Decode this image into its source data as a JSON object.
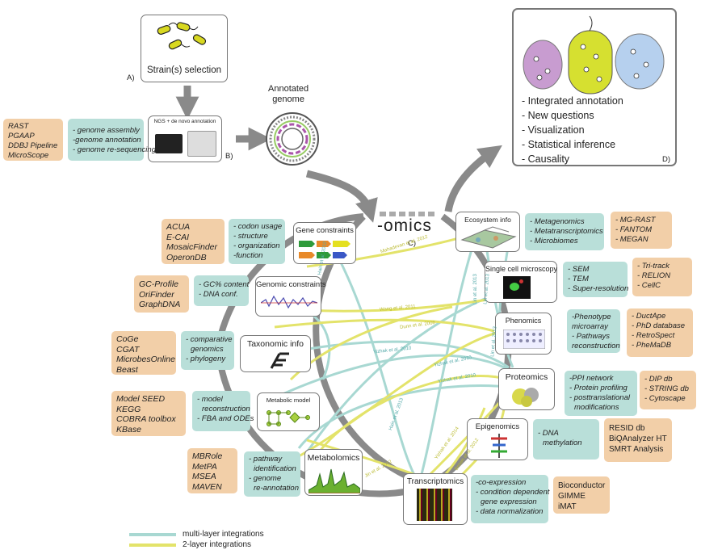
{
  "strain": {
    "label": "Strain(s) selection",
    "letter": "A)"
  },
  "ngs": {
    "label": "NGS + de novo annotation",
    "letter": "B)"
  },
  "genome": {
    "label": [
      "Annotated",
      "genome"
    ]
  },
  "omics": {
    "label": "-omics",
    "letter": "C)"
  },
  "panel_d": {
    "items": [
      "- Integrated annotation",
      "- New questions",
      "- Visualization",
      "- Statistical inference",
      "- Causality"
    ],
    "letter": "D)"
  },
  "ngs_tools": [
    "RAST",
    "PGAAP",
    "DDBJ Pipeline",
    "MicroScope"
  ],
  "ngs_desc": [
    "- genome assembly",
    "-genome annotation",
    "- genome re-sequencing"
  ],
  "left": [
    {
      "title": "Gene constraints",
      "tools": [
        "ACUA",
        "E-CAI",
        "MosaicFinder",
        "OperonDB"
      ],
      "desc": [
        "- codon usage",
        "- structure",
        "- organization",
        "-function"
      ]
    },
    {
      "title": "Genomic constraints",
      "tools": [
        "GC-Profile",
        "OriFinder",
        "GraphDNA"
      ],
      "desc": [
        "- GC% content",
        "- DNA  conf."
      ]
    },
    {
      "title": "Taxonomic info",
      "tools": [
        "CoGe",
        "CGAT",
        "MicrobesOnline",
        "Beast"
      ],
      "desc": [
        "- comparative",
        "genomics",
        "- phylogeny"
      ]
    },
    {
      "title": "Metabolic model",
      "tools": [
        "Model SEED",
        "KEGG",
        "COBRA toolbox",
        "KBase"
      ],
      "desc": [
        "- model",
        "reconstruction",
        "- FBA and ODEs"
      ]
    },
    {
      "title": "Metabolomics",
      "tools": [
        "MBRole",
        "MetPA",
        "MSEA",
        "MAVEN"
      ],
      "desc": [
        "- pathway",
        "identification",
        "- genome",
        "re-annotation"
      ]
    }
  ],
  "right": [
    {
      "title": "Ecosystem info",
      "desc": [
        "- Metagenomics",
        "- Metatranscriptomics",
        "- Microbiomes"
      ],
      "tools": [
        "- MG-RAST",
        "- FANTOM",
        "- MEGAN"
      ]
    },
    {
      "title": "Single cell microscopy",
      "desc": [
        "- SEM",
        "- TEM",
        "- Super-resolution"
      ],
      "tools": [
        "- Tri-track",
        "- RELION",
        "- CellC"
      ]
    },
    {
      "title": "Phenomics",
      "desc": [
        "-Phenotype",
        "microarray",
        "- Pathways",
        "reconstruction"
      ],
      "tools": [
        "- DuctApe",
        "- PhD database",
        "- RetroSpect",
        "- PheMaDB"
      ]
    },
    {
      "title": "Proteomics",
      "desc": [
        "-PPI network",
        "- Protein profiling",
        "- posttranslational",
        "modifications"
      ],
      "tools": [
        "- DIP db",
        "- STRING db",
        "- Cytoscape"
      ]
    },
    {
      "title": "Epigenomics",
      "desc": [
        "- DNA",
        "methylation"
      ],
      "tools": [
        "RESID db",
        "BiQAnalyzer HT",
        "SMRT Analysis"
      ]
    },
    {
      "title": "Transcriptomics",
      "desc": [
        "-co-expression",
        "- condition dependent",
        "gene expression",
        "- data normalization"
      ],
      "tools": [
        "Bioconductor",
        "GIMME",
        "iMAT"
      ]
    }
  ],
  "citations": [
    "Hain et al. 2012",
    "Wang et al. 2011",
    "Dunn et al. 2008",
    "Yizhak  et al. 2010",
    "Yizhak  et al. 2010",
    "Yizhak  et al. 2010",
    "Hain et al. 2013",
    "Mahadevan et al. 2012",
    "Lin et al. 2013",
    "Lin et al. 2013",
    "Lin et al. 2013",
    "Brown et al. 2012",
    "Yizhak et al. 2014",
    "Jin et al. 2012"
  ],
  "legend": {
    "multi": "multi-layer integrations",
    "two": "2-layer integrations"
  },
  "colors": {
    "tool": "#f2cfa8",
    "desc": "#b9dfd9",
    "multi": "#a8d8d2",
    "two": "#e3e36a",
    "ring": "#8a8a8a"
  }
}
